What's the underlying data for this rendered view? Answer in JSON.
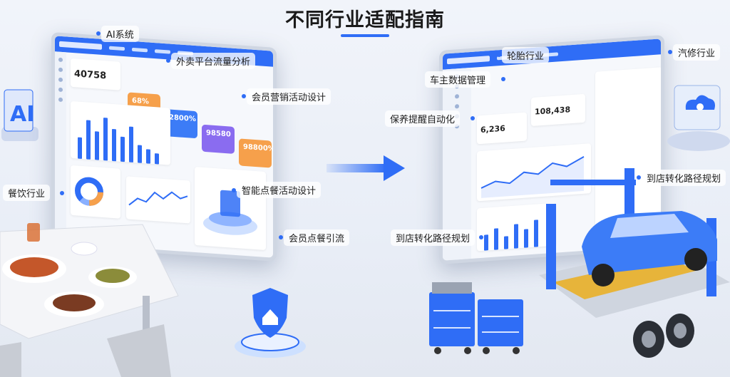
{
  "title": "不同行业适配指南",
  "left": {
    "labels": {
      "ai_system": "AI系统",
      "takeout": "外卖平台流量分析",
      "member_marketing": "会员营销活动设计",
      "restaurant": "餐饮行业",
      "smart_order": "智能点餐活动设计",
      "member_order": "会员点餐引流"
    },
    "metrics": {
      "big_number": "40758",
      "orange": "68%",
      "blue": "2800%",
      "purple": "98580",
      "orange2": "98800%"
    }
  },
  "right": {
    "labels": {
      "tire": "轮胎行业",
      "auto_repair": "汽修行业",
      "owner_data": "车主数据管理",
      "maintenance": "保养提醒自动化",
      "store_path_top": "到店转化路径规划",
      "store_path": "到店转化路径规划"
    },
    "metrics": {
      "value1": "6,236",
      "value2": "108,438"
    }
  },
  "colors": {
    "accent": "#2f6df6",
    "orange": "#f6a04b",
    "purple": "#8a6cf0",
    "blue": "#3c7cf7"
  }
}
